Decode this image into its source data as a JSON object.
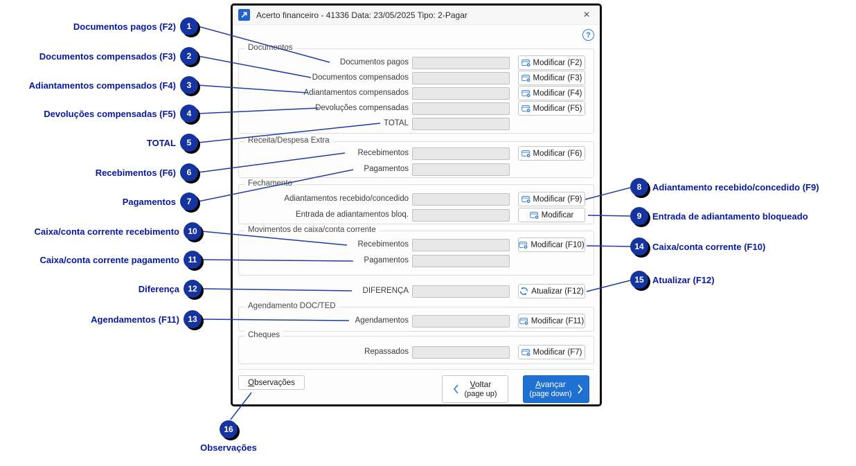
{
  "window": {
    "title": "Acerto financeiro - 41336 Data: 23/05/2025 Tipo: 2-Pagar",
    "icons": {
      "close": "×",
      "help": "?"
    }
  },
  "dialog": {
    "sections": {
      "documentos": "Documentos",
      "receita": "Receita/Despesa Extra",
      "fechamento": "Fechamento",
      "movimentos": "Movimentos de caixa/conta corrente",
      "agendamento": "Agendamento DOC/TED",
      "cheques": "Cheques"
    },
    "rows": [
      {
        "label": "Documentos pagos",
        "value": "",
        "button": "Modificar (F2)"
      },
      {
        "label": "Documentos compensados",
        "value": "",
        "button": "Modificar (F3)"
      },
      {
        "label": "Adiantamentos compensados",
        "value": "",
        "button": "Modificar (F4)"
      },
      {
        "label": "Devoluções compensadas",
        "value": "",
        "button": "Modificar (F5)"
      },
      {
        "label": "TOTAL",
        "value": ""
      },
      {
        "label": "Recebimentos",
        "value": "",
        "button": "Modificar (F6)"
      },
      {
        "label": "Pagamentos",
        "value": ""
      },
      {
        "label": "Adiantamentos recebido/concedido",
        "value": "",
        "button": "Modificar (F9)"
      },
      {
        "label": "Entrada de adiantamentos bloq.",
        "value": "",
        "button": "Modificar"
      },
      {
        "label": "Recebimentos",
        "value": "",
        "button": "Modificar (F10)"
      },
      {
        "label": "Pagamentos",
        "value": ""
      },
      {
        "label": "DIFERENÇA",
        "value": "",
        "button": "Atualizar (F12)"
      },
      {
        "label": "Agendamentos",
        "value": "",
        "button": "Modificar (F11)"
      },
      {
        "label": "Repassados",
        "value": "",
        "button": "Modificar (F7)"
      }
    ],
    "footer": {
      "observacoes": "Observações",
      "voltar_line1": "Voltar",
      "voltar_line2": "(page up)",
      "avancar_line1": "Avançar",
      "avancar_line2": "(page down)"
    }
  },
  "annotations": {
    "left": [
      {
        "n": "1",
        "text": "Documentos pagos (F2)"
      },
      {
        "n": "2",
        "text": "Documentos compensados (F3)"
      },
      {
        "n": "3",
        "text": "Adiantamentos compensados (F4)"
      },
      {
        "n": "4",
        "text": "Devoluções compensadas (F5)"
      },
      {
        "n": "5",
        "text": "TOTAL"
      },
      {
        "n": "6",
        "text": "Recebimentos (F6)"
      },
      {
        "n": "7",
        "text": "Pagamentos"
      },
      {
        "n": "10",
        "text": "Caixa/conta corrente recebimento"
      },
      {
        "n": "11",
        "text": "Caixa/conta corrente pagamento"
      },
      {
        "n": "12",
        "text": "Diferença"
      },
      {
        "n": "13",
        "text": "Agendamentos (F11)"
      }
    ],
    "right": [
      {
        "n": "8",
        "text": "Adiantamento recebido/concedido (F9)"
      },
      {
        "n": "9",
        "text": "Entrada de adiantamento bloqueado"
      },
      {
        "n": "14",
        "text": "Caixa/conta corrente (F10)"
      },
      {
        "n": "15",
        "text": "Atualizar (F12)"
      }
    ],
    "bottom": {
      "n": "16",
      "text": "Observações"
    }
  },
  "theme": {
    "annotation_navy": "#0818a0",
    "callout_fill": "#16349f",
    "accent_blue": "#1e70d2",
    "icon_blue": "#2f7fd6",
    "input_bg": "#e8e8e8"
  }
}
